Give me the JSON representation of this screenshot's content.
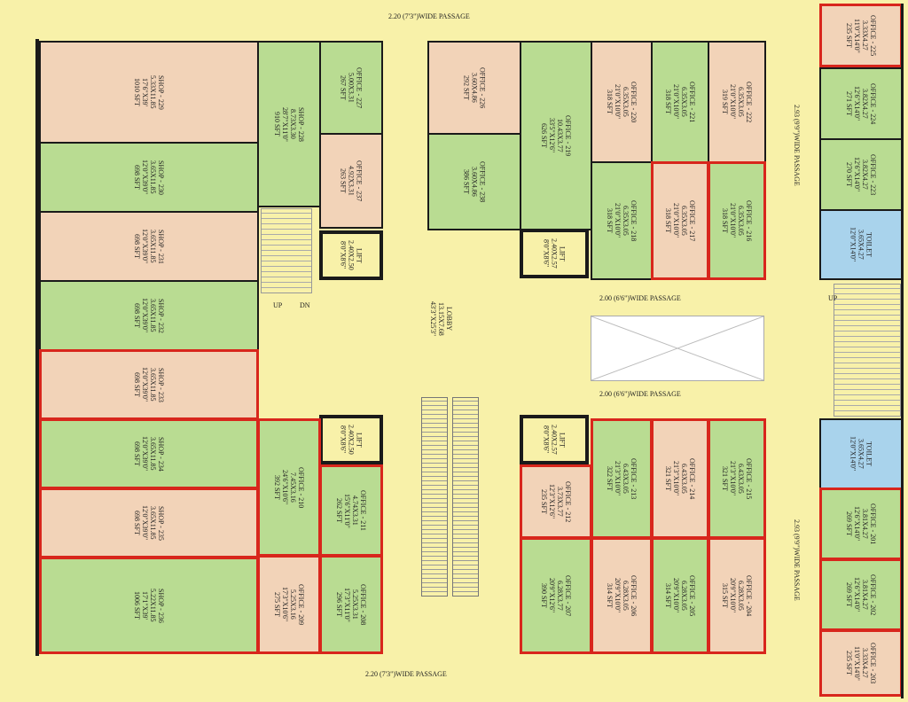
{
  "passages": {
    "top": "2.20 (7'3\")WIDE PASSAGE",
    "bottom": "2.20 (7'3\")WIDE PASSAGE",
    "right_top": "2.93 (9'9\")WIDE PASSAGE",
    "right_bottom": "2.93 (9'9\")WIDE PASSAGE",
    "mid_upper": "2.00 (6'6\")WIDE PASSAGE",
    "mid_lower": "2.00 (6'6\")WIDE PASSAGE"
  },
  "lobby": {
    "name": "LOBBY",
    "dim1": "13.15X7.68",
    "dim2": "43'3\"X25'3\""
  },
  "stair": {
    "up": "UP",
    "dn": "DN",
    "up_right": "UP"
  },
  "lifts": [
    {
      "name": "LIFT",
      "dim1": "2.40X2.50",
      "dim2": "8'0\"X8'6\""
    },
    {
      "name": "LIFT",
      "dim1": "2.40X2.57",
      "dim2": "8'0\"X8'6\""
    },
    {
      "name": "LIFT",
      "dim1": "2.40X2.50",
      "dim2": "8'0\"X8'6\""
    },
    {
      "name": "LIFT",
      "dim1": "2.40X2.57",
      "dim2": "8'0\"X8'6\""
    }
  ],
  "rooms": {
    "shop229": {
      "name": "SHOP - 229",
      "dim1": "5.33X11.85",
      "dim2": "17'6\"X39'",
      "area": "1010 SFT"
    },
    "shop230": {
      "name": "SHOP - 230",
      "dim1": "3.65X11.85",
      "dim2": "12'0\"X39'0\"",
      "area": "698 SFT"
    },
    "shop231": {
      "name": "SHOP - 231",
      "dim1": "3.65X11.85",
      "dim2": "12'0\"X39'0\"",
      "area": "698 SFT"
    },
    "shop232": {
      "name": "SHOP - 232",
      "dim1": "3.65X11.85",
      "dim2": "12'0\"X39'0\"",
      "area": "698 SFT"
    },
    "shop233": {
      "name": "SHOP - 233",
      "dim1": "3.65X11.85",
      "dim2": "12'0\"X39'0\"",
      "area": "698 SFT"
    },
    "shop234": {
      "name": "SHOP - 234",
      "dim1": "3.65X11.85",
      "dim2": "12'0\"X39'0\"",
      "area": "698 SFT"
    },
    "shop235": {
      "name": "SHOP - 235",
      "dim1": "3.65X11.85",
      "dim2": "12'0\"X39'0\"",
      "area": "698 SFT"
    },
    "shop236": {
      "name": "SHOP - 236",
      "dim1": "5.22X11.85",
      "dim2": "17'1\"X39'",
      "area": "1006 SFT"
    },
    "shop228": {
      "name": "SHOP - 228",
      "dim1": "8.73X3.30",
      "dim2": "28'7\"X11'0\"",
      "area": "910 SFT"
    },
    "office227": {
      "name": "OFFICE - 227",
      "dim1": "5.00X3.31",
      "dim2": "",
      "area": "267 SFT"
    },
    "office237": {
      "name": "OFFICE - 237",
      "dim1": "4.92X3.31",
      "dim2": "",
      "area": "263 SFT"
    },
    "office226": {
      "name": "OFFICE - 226",
      "dim1": "3.60X4.86",
      "dim2": "",
      "area": "292 SFT"
    },
    "office238": {
      "name": "OFFICE - 238",
      "dim1": "3.60X4.86",
      "dim2": "",
      "area": "386 SFT"
    },
    "office219": {
      "name": "OFFICE - 219",
      "dim1": "10.43X3.77",
      "dim2": "33'5\"X12'6\"",
      "area": "626 SFT"
    },
    "office220": {
      "name": "OFFICE - 220",
      "dim1": "6.35X3.05",
      "dim2": "21'0\"X10'0\"",
      "area": "318 SFT"
    },
    "office221": {
      "name": "OFFICE - 221",
      "dim1": "6.35X3.05",
      "dim2": "21'0\"X10'0\"",
      "area": "318 SFT"
    },
    "office222": {
      "name": "OFFICE - 222",
      "dim1": "6.35X3.05",
      "dim2": "21'0\"X10'0\"",
      "area": "319 SFT"
    },
    "office218": {
      "name": "OFFICE - 218",
      "dim1": "6.35X3.05",
      "dim2": "21'0\"X10'0\"",
      "area": "318 SFT"
    },
    "office217": {
      "name": "OFFICE - 217",
      "dim1": "6.35X3.05",
      "dim2": "21'0\"X10'0\"",
      "area": "318 SFT"
    },
    "office216": {
      "name": "OFFICE - 216",
      "dim1": "6.35X3.05",
      "dim2": "21'0\"X10'0\"",
      "area": "318 SFT"
    },
    "office225": {
      "name": "OFFICE - 225",
      "dim1": "3.33X4.27",
      "dim2": "11'0\"X14'0\"",
      "area": "235 SFT"
    },
    "office224": {
      "name": "OFFICE - 224",
      "dim1": "3.82X4.27",
      "dim2": "12'6\"X14'0\"",
      "area": "271 SFT"
    },
    "office223": {
      "name": "OFFICE - 223",
      "dim1": "3.82X4.27",
      "dim2": "12'6\"X14'0\"",
      "area": "270 SFT"
    },
    "toilet1": {
      "name": "TOILET",
      "dim1": "3.65X4.27",
      "dim2": "12'0\"X14'0\""
    },
    "toilet2": {
      "name": "TOILET",
      "dim1": "3.65X4.27",
      "dim2": "12'0\"X14'0\""
    },
    "office201": {
      "name": "OFFICE - 201",
      "dim1": "3.81X4.27",
      "dim2": "12'6\"X14'0\"",
      "area": "269 SFT"
    },
    "office202": {
      "name": "OFFICE - 202",
      "dim1": "3.81X4.27",
      "dim2": "12'6\"X14'0\"",
      "area": "269 SFT"
    },
    "office203": {
      "name": "OFFICE - 203",
      "dim1": "3.33X4.27",
      "dim2": "11'0\"X14'0\"",
      "area": "235 SFT"
    },
    "office210": {
      "name": "OFFICE - 210",
      "dim1": "7.45X3.16",
      "dim2": "24'6\"X10'6\"",
      "area": "392 SFT"
    },
    "office211": {
      "name": "OFFICE - 211",
      "dim1": "4.74X3.31",
      "dim2": "15'6\"X11'0\"",
      "area": "262 SFT"
    },
    "office209": {
      "name": "OFFICE - 209",
      "dim1": "5.25X3.16",
      "dim2": "17'3\"X10'6\"",
      "area": "275 SFT"
    },
    "office208": {
      "name": "OFFICE - 208",
      "dim1": "5.25X3.31",
      "dim2": "17'3\"X11'0\"",
      "area": "296 SFT"
    },
    "office212": {
      "name": "OFFICE - 212",
      "dim1": "3.73X3.77",
      "dim2": "12'3\"X12'6\"",
      "area": "235 SFT"
    },
    "office213": {
      "name": "OFFICE - 213",
      "dim1": "6.43X3.05",
      "dim2": "21'3\"X10'0\"",
      "area": "322 SFT"
    },
    "office214": {
      "name": "OFFICE - 214",
      "dim1": "6.43X3.05",
      "dim2": "21'3\"X10'0\"",
      "area": "321 SFT"
    },
    "office215": {
      "name": "OFFICE - 215",
      "dim1": "6.43X3.05",
      "dim2": "21'3\"X10'0\"",
      "area": "321 SFT"
    },
    "office207": {
      "name": "OFFICE - 207",
      "dim1": "6.28X3.77",
      "dim2": "20'9\"X12'6\"",
      "area": "390 SFT"
    },
    "office206": {
      "name": "OFFICE - 206",
      "dim1": "6.28X3.05",
      "dim2": "20'9\"X10'0\"",
      "area": "314 SFT"
    },
    "office205": {
      "name": "OFFICE - 205",
      "dim1": "6.28X3.05",
      "dim2": "20'9\"X10'0\"",
      "area": "314 SFT"
    },
    "office204": {
      "name": "OFFICE - 204",
      "dim1": "6.28X3.05",
      "dim2": "20'9\"X10'0\"",
      "area": "315 SFT"
    }
  }
}
